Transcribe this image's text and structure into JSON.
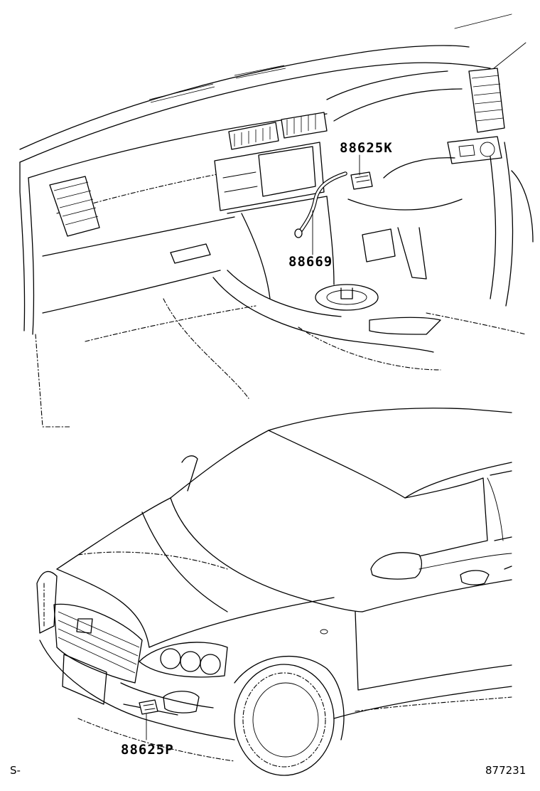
{
  "callouts": {
    "part_1": "88625K",
    "part_2": "88669",
    "part_3": "88625P"
  },
  "footer": {
    "left_code": "S-",
    "figure_number": "877231"
  }
}
